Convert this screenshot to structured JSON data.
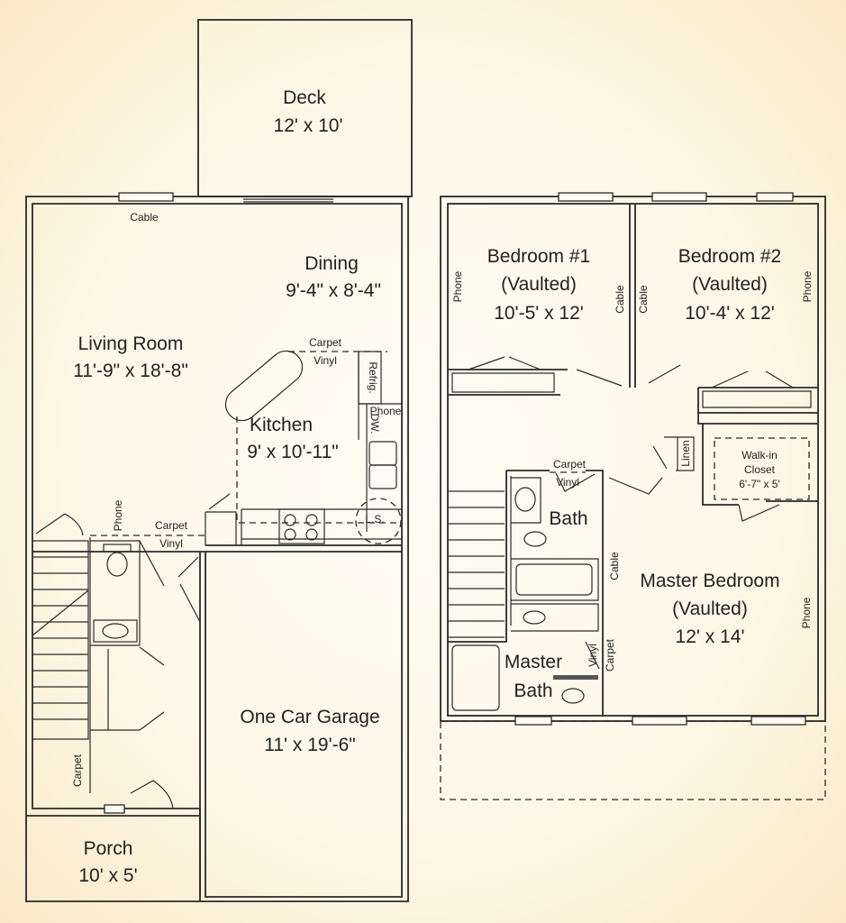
{
  "lower_level": {
    "deck": {
      "name": "Deck",
      "size": "12' x 10'"
    },
    "dining": {
      "name": "Dining",
      "size": "9'-4\" x 8'-4\""
    },
    "living_room": {
      "name": "Living Room",
      "size": "11'-9\" x 18'-8\""
    },
    "kitchen": {
      "name": "Kitchen",
      "size": "9' x 10'-11\""
    },
    "garage": {
      "name": "One Car Garage",
      "size": "11' x 19'-6\""
    },
    "porch": {
      "name": "Porch",
      "size": "10' x 5'"
    },
    "labels": {
      "cable": "Cable",
      "carpet_1": "Carpet",
      "vinyl_1": "Vinyl",
      "refrig": "Refrig.",
      "phone_kitchen": "Phone",
      "dw": "DW.",
      "ls": "L.S.",
      "phone_hall": "Phone",
      "carpet_2": "Carpet",
      "vinyl_2": "Vinyl",
      "carpet_stairs": "Carpet"
    }
  },
  "upper_level": {
    "bedroom1": {
      "name": "Bedroom #1",
      "note": "(Vaulted)",
      "size": "10'-5' x 12'"
    },
    "bedroom2": {
      "name": "Bedroom #2",
      "note": "(Vaulted)",
      "size": "10'-4' x 12'"
    },
    "walk_in_closet": {
      "name1": "Walk-in",
      "name2": "Closet",
      "size": "6'-7\" x 5'"
    },
    "bath": {
      "name": "Bath"
    },
    "master_bedroom": {
      "name": "Master Bedroom",
      "note": "(Vaulted)",
      "size": "12' x 14'"
    },
    "master_bath": {
      "name1": "Master",
      "name2": "Bath"
    },
    "labels": {
      "phone_b1": "Phone",
      "cable_b1": "Cable",
      "cable_b2": "Cable",
      "phone_b2": "Phone",
      "linen": "Linen",
      "carpet_bath": "Carpet",
      "vinyl_bath": "Vinyl",
      "cable_master": "Cable",
      "phone_master": "Phone",
      "vinyl_mb": "Vinyl",
      "carpet_mb": "Carpet"
    }
  }
}
